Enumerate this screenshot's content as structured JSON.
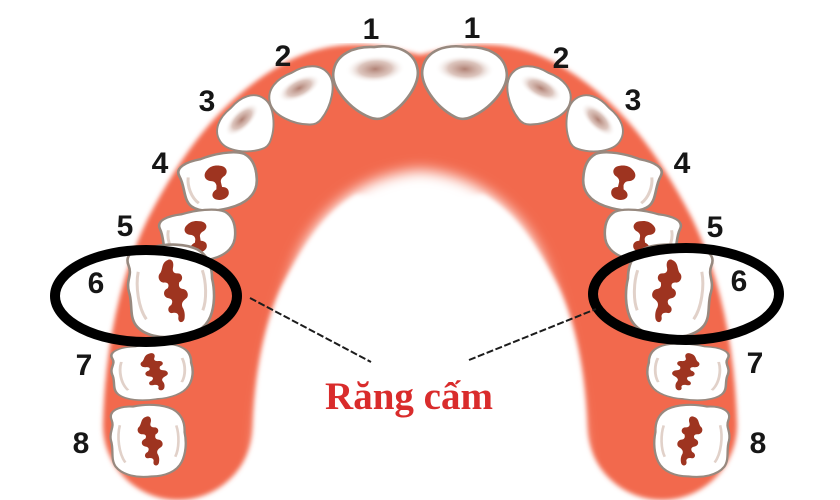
{
  "diagram": {
    "label": "Răng cấm",
    "left_tooth_numbers": [
      "1",
      "2",
      "3",
      "4",
      "5",
      "6",
      "7",
      "8"
    ],
    "right_tooth_numbers": [
      "1",
      "2",
      "3",
      "4",
      "5",
      "6",
      "7",
      "8"
    ],
    "highlighted_tooth_number": "6",
    "colors": {
      "background": "#ffffff",
      "gum": "#f2694d",
      "palate": "#ffffff",
      "tooth_fill": "#ffffff",
      "tooth_outline": "#97897f",
      "tooth_inner_contour": "#d9c6bc",
      "fissure": "#9e3420",
      "incisor_shadow": "#a87466",
      "highlight_circle": "#000000",
      "pointer_line": "#1c1c1c",
      "number_text": "#161616",
      "label_text": "#d92c2c"
    }
  }
}
